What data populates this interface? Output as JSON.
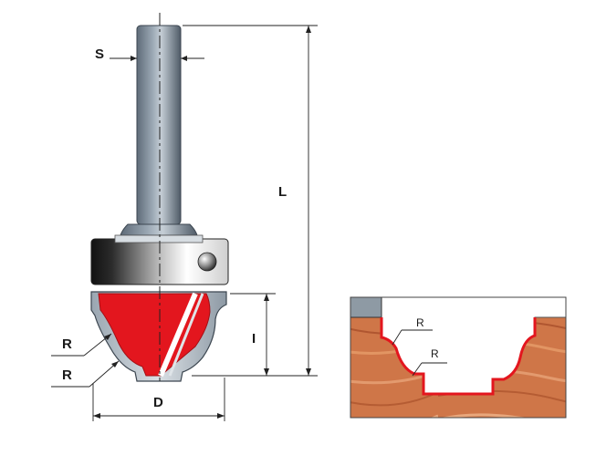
{
  "labels": {
    "shank_diameter": "S",
    "total_length": "L",
    "cutting_length": "I",
    "cutter_diameter": "D",
    "radius_upper": "R",
    "radius_lower": "R",
    "profile_radius_upper": "R",
    "profile_radius_lower": "R"
  },
  "colors": {
    "cutter_red": "#e3161e",
    "wood": "#d0784a",
    "steel": "#7d8b99",
    "bearing_dark": "#1e1e1e",
    "profile_edge": "#e3161e",
    "wood_cap": "#8e9aa4"
  }
}
